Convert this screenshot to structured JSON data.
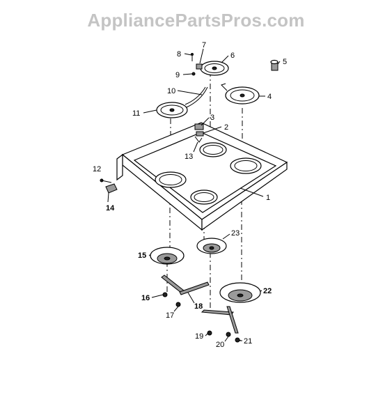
{
  "watermark": "AppliancePartsPros.com",
  "callouts": [
    "1",
    "2",
    "3",
    "4",
    "5",
    "6",
    "7",
    "8",
    "9",
    "10",
    "11",
    "12",
    "13",
    "14",
    "15",
    "16",
    "17",
    "18",
    "19",
    "20",
    "21",
    "22",
    "23"
  ]
}
